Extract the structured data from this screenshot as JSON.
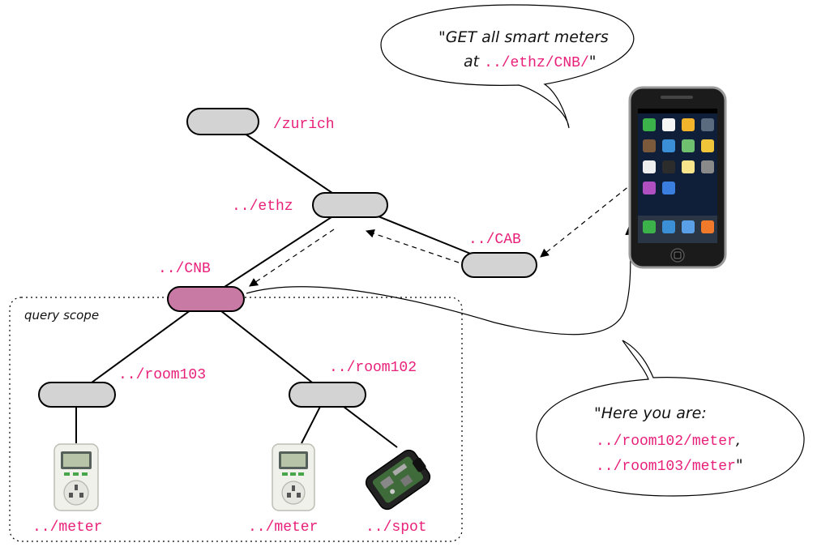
{
  "nodes": {
    "zurich": {
      "label": "/zurich"
    },
    "ethz": {
      "label": "../ethz"
    },
    "cab": {
      "label": "../CAB"
    },
    "cnb": {
      "label": "../CNB"
    },
    "room103": {
      "label": "../room103"
    },
    "room102": {
      "label": "../room102"
    }
  },
  "devices": {
    "meter103": {
      "label": "../meter"
    },
    "meter102": {
      "label": "../meter"
    },
    "spot": {
      "label": "../spot"
    }
  },
  "scope": {
    "label": "query scope"
  },
  "bubble_query": {
    "line1": "\"GET all smart meters",
    "line2_prefix": "at ",
    "line2_path": "../ethz/CNB/",
    "line2_suffix": "\""
  },
  "bubble_reply": {
    "line1": "\"Here you are:",
    "line2_path": "../room102/meter",
    "line2_suffix": ",",
    "line3_path": "../room103/meter",
    "line3_suffix": "\""
  },
  "colors": {
    "path_text": "#e8207a",
    "node_fill": "#d3d3d3",
    "active_node_fill": "#c97aa4"
  }
}
